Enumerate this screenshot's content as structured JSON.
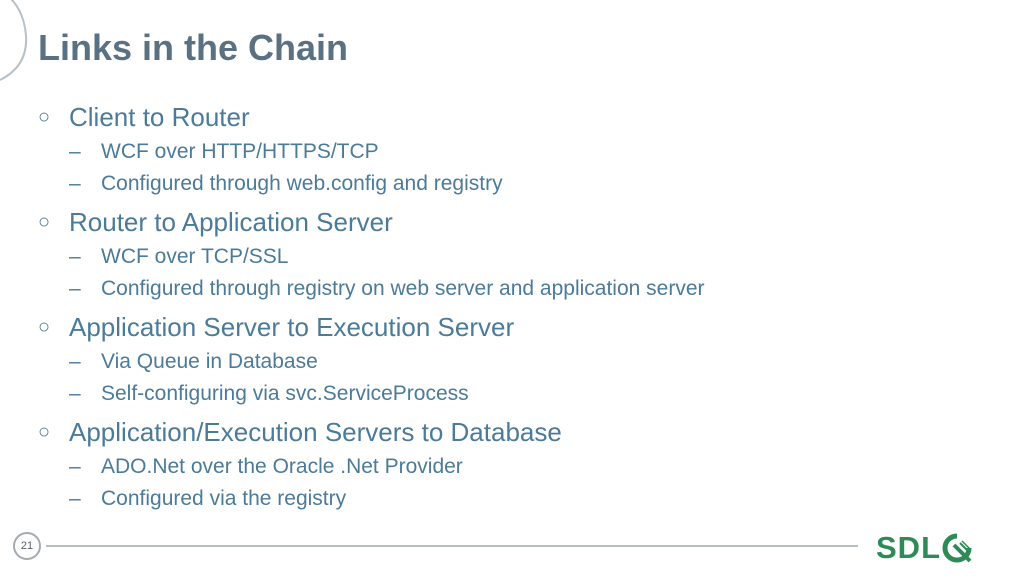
{
  "slide": {
    "title": "Links in the Chain",
    "page_number": "21",
    "logo_text": "SDL",
    "colors": {
      "title": "#5a7184",
      "body": "#4b7b99",
      "logo": "#2e8b57",
      "footer_line": "#b5bcc2"
    }
  },
  "bullets": [
    {
      "text": "Client to Router",
      "subitems": [
        "WCF over HTTP/HTTPS/TCP",
        "Configured through web.config and registry"
      ]
    },
    {
      "text": "Router to Application Server",
      "subitems": [
        "WCF over TCP/SSL",
        "Configured through registry on web server and application server"
      ]
    },
    {
      "text": "Application Server to Execution Server",
      "subitems": [
        "Via Queue in Database",
        "Self-configuring via svc.ServiceProcess"
      ]
    },
    {
      "text": "Application/Execution Servers to Database",
      "subitems": [
        "ADO.Net over the Oracle .Net Provider",
        "Configured via the registry"
      ]
    }
  ],
  "markers": {
    "level1": "○",
    "level2": "–"
  },
  "icons": {
    "logo_mark": "sdl-logo-mark-icon",
    "corner": "corner-arc-decoration"
  }
}
